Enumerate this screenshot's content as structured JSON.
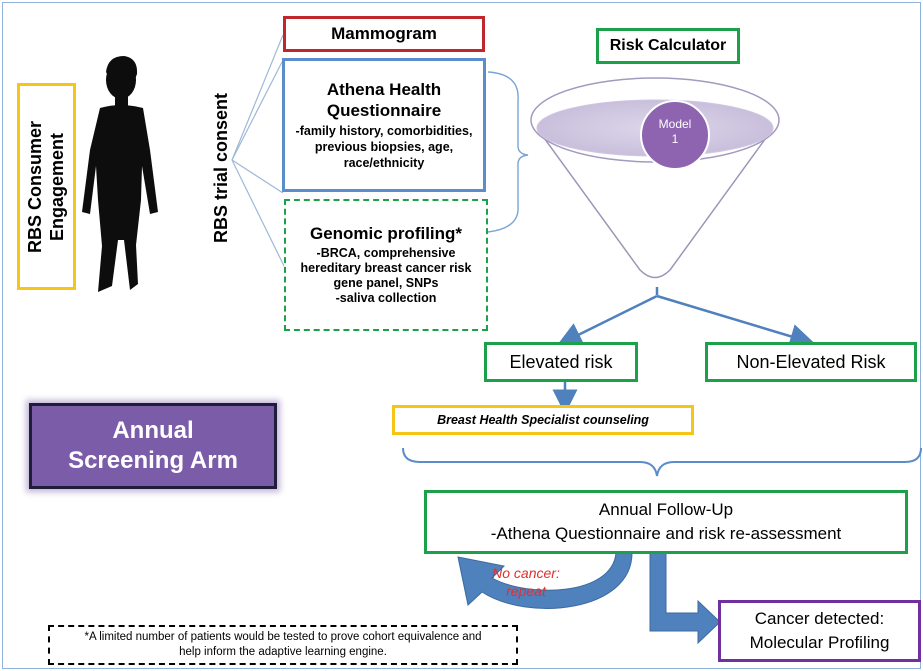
{
  "left": {
    "engagement_line1": "RBS Consumer",
    "engagement_line2": "Engagement",
    "consent": "RBS trial consent"
  },
  "inputs": {
    "mammogram": "Mammogram",
    "athena_title": "Athena Health Questionnaire",
    "athena_detail": "-family history, comorbidities, previous biopsies, age, race/ethnicity",
    "genomic_title": "Genomic profiling*",
    "genomic_detail1": "-BRCA, comprehensive hereditary breast cancer risk gene panel, SNPs",
    "genomic_detail2": "-saliva collection"
  },
  "calculator": {
    "title": "Risk Calculator",
    "model_line1": "Model",
    "model_line2": "1"
  },
  "outcomes": {
    "elevated": "Elevated risk",
    "non_elevated": "Non-Elevated Risk",
    "counseling": "Breast Health Specialist counseling"
  },
  "arm": {
    "line1": "Annual",
    "line2": "Screening Arm"
  },
  "followup": {
    "title": "Annual  Follow-Up",
    "detail": "-Athena  Questionnaire and risk re-assessment",
    "no_cancer_line1": "No cancer:",
    "no_cancer_line2": "repeat",
    "cancer_line1": "Cancer detected:",
    "cancer_line2": "Molecular Profiling"
  },
  "footnote": "*A limited number of patients  would be tested to prove cohort equivalence and help inform the adaptive learning engine.",
  "colors": {
    "mammogram_border": "#c0272d",
    "athena_border": "#5b8ccc",
    "green": "#1ca04a",
    "engagement_border": "#f5c518",
    "arm_fill": "#7b5ca8",
    "arm_border": "#1e1e3a",
    "cancer_border": "#7030a0",
    "arrow_blue": "#4f81bd",
    "no_cancer_red": "#e03030"
  }
}
